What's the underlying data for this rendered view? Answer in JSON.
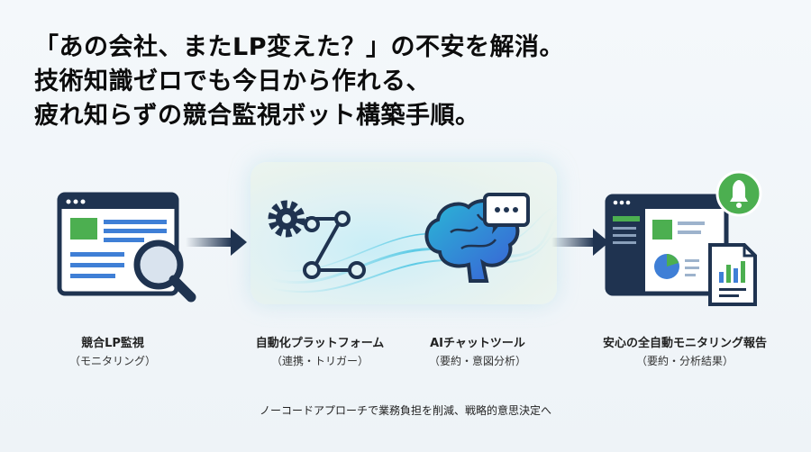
{
  "headline": {
    "line1": "「あの会社、またLP変えた？」の不安を解消。",
    "line2": "技術知識ゼロでも今日から作れる、",
    "line3": "疲れ知らずの競合監視ボット構築手順。"
  },
  "steps": [
    {
      "label": "競合LP監視",
      "sublabel": "（モニタリング）"
    },
    {
      "label": "自動化プラットフォーム",
      "sublabel": "（連携・トリガー）"
    },
    {
      "label": "AIチャットツール",
      "sublabel": "（要約・意図分析）"
    },
    {
      "label": "安心の全自動モニタリング報告",
      "sublabel": "（要約・分析結果）"
    }
  ],
  "footer": "ノーコードアプローチで業務負担を削減、戦略的意思決定へ",
  "colors": {
    "navy": "#1f3350",
    "green": "#4caf50",
    "blue": "#3f7fd6",
    "teal": "#2aa9c9"
  }
}
